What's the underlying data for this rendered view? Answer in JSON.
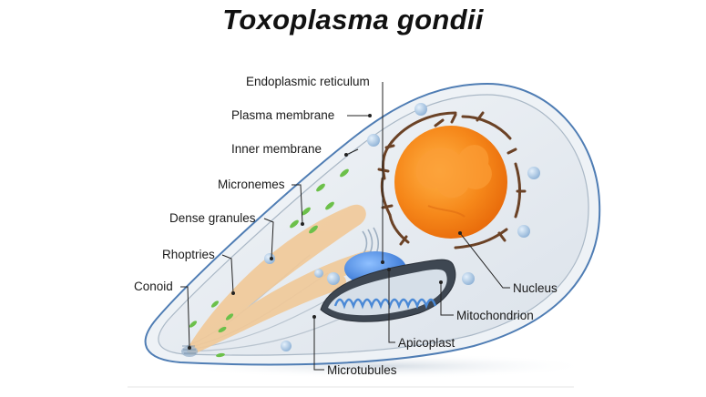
{
  "title": "Toxoplasma gondii",
  "labels": {
    "endoplasmic_reticulum": "Endoplasmic reticulum",
    "plasma_membrane": "Plasma membrane",
    "inner_membrane": "Inner membrane",
    "micronemes": "Micronemes",
    "dense_granules": "Dense granules",
    "rhoptries": "Rhoptries",
    "conoid": "Conoid",
    "nucleus": "Nucleus",
    "mitochondrion": "Mitochondrion",
    "apicoplast": "Apicoplast",
    "microtubules": "Microtubules"
  },
  "colors": {
    "membrane_outline": "#5a86b8",
    "cytoplasm": "#e3e8ee",
    "nucleus": "#f58a1c",
    "rhoptry": "#f0c896",
    "apicoplast": "#4d8ee0",
    "microneme": "#6cc04a",
    "er": "#6b4226"
  }
}
